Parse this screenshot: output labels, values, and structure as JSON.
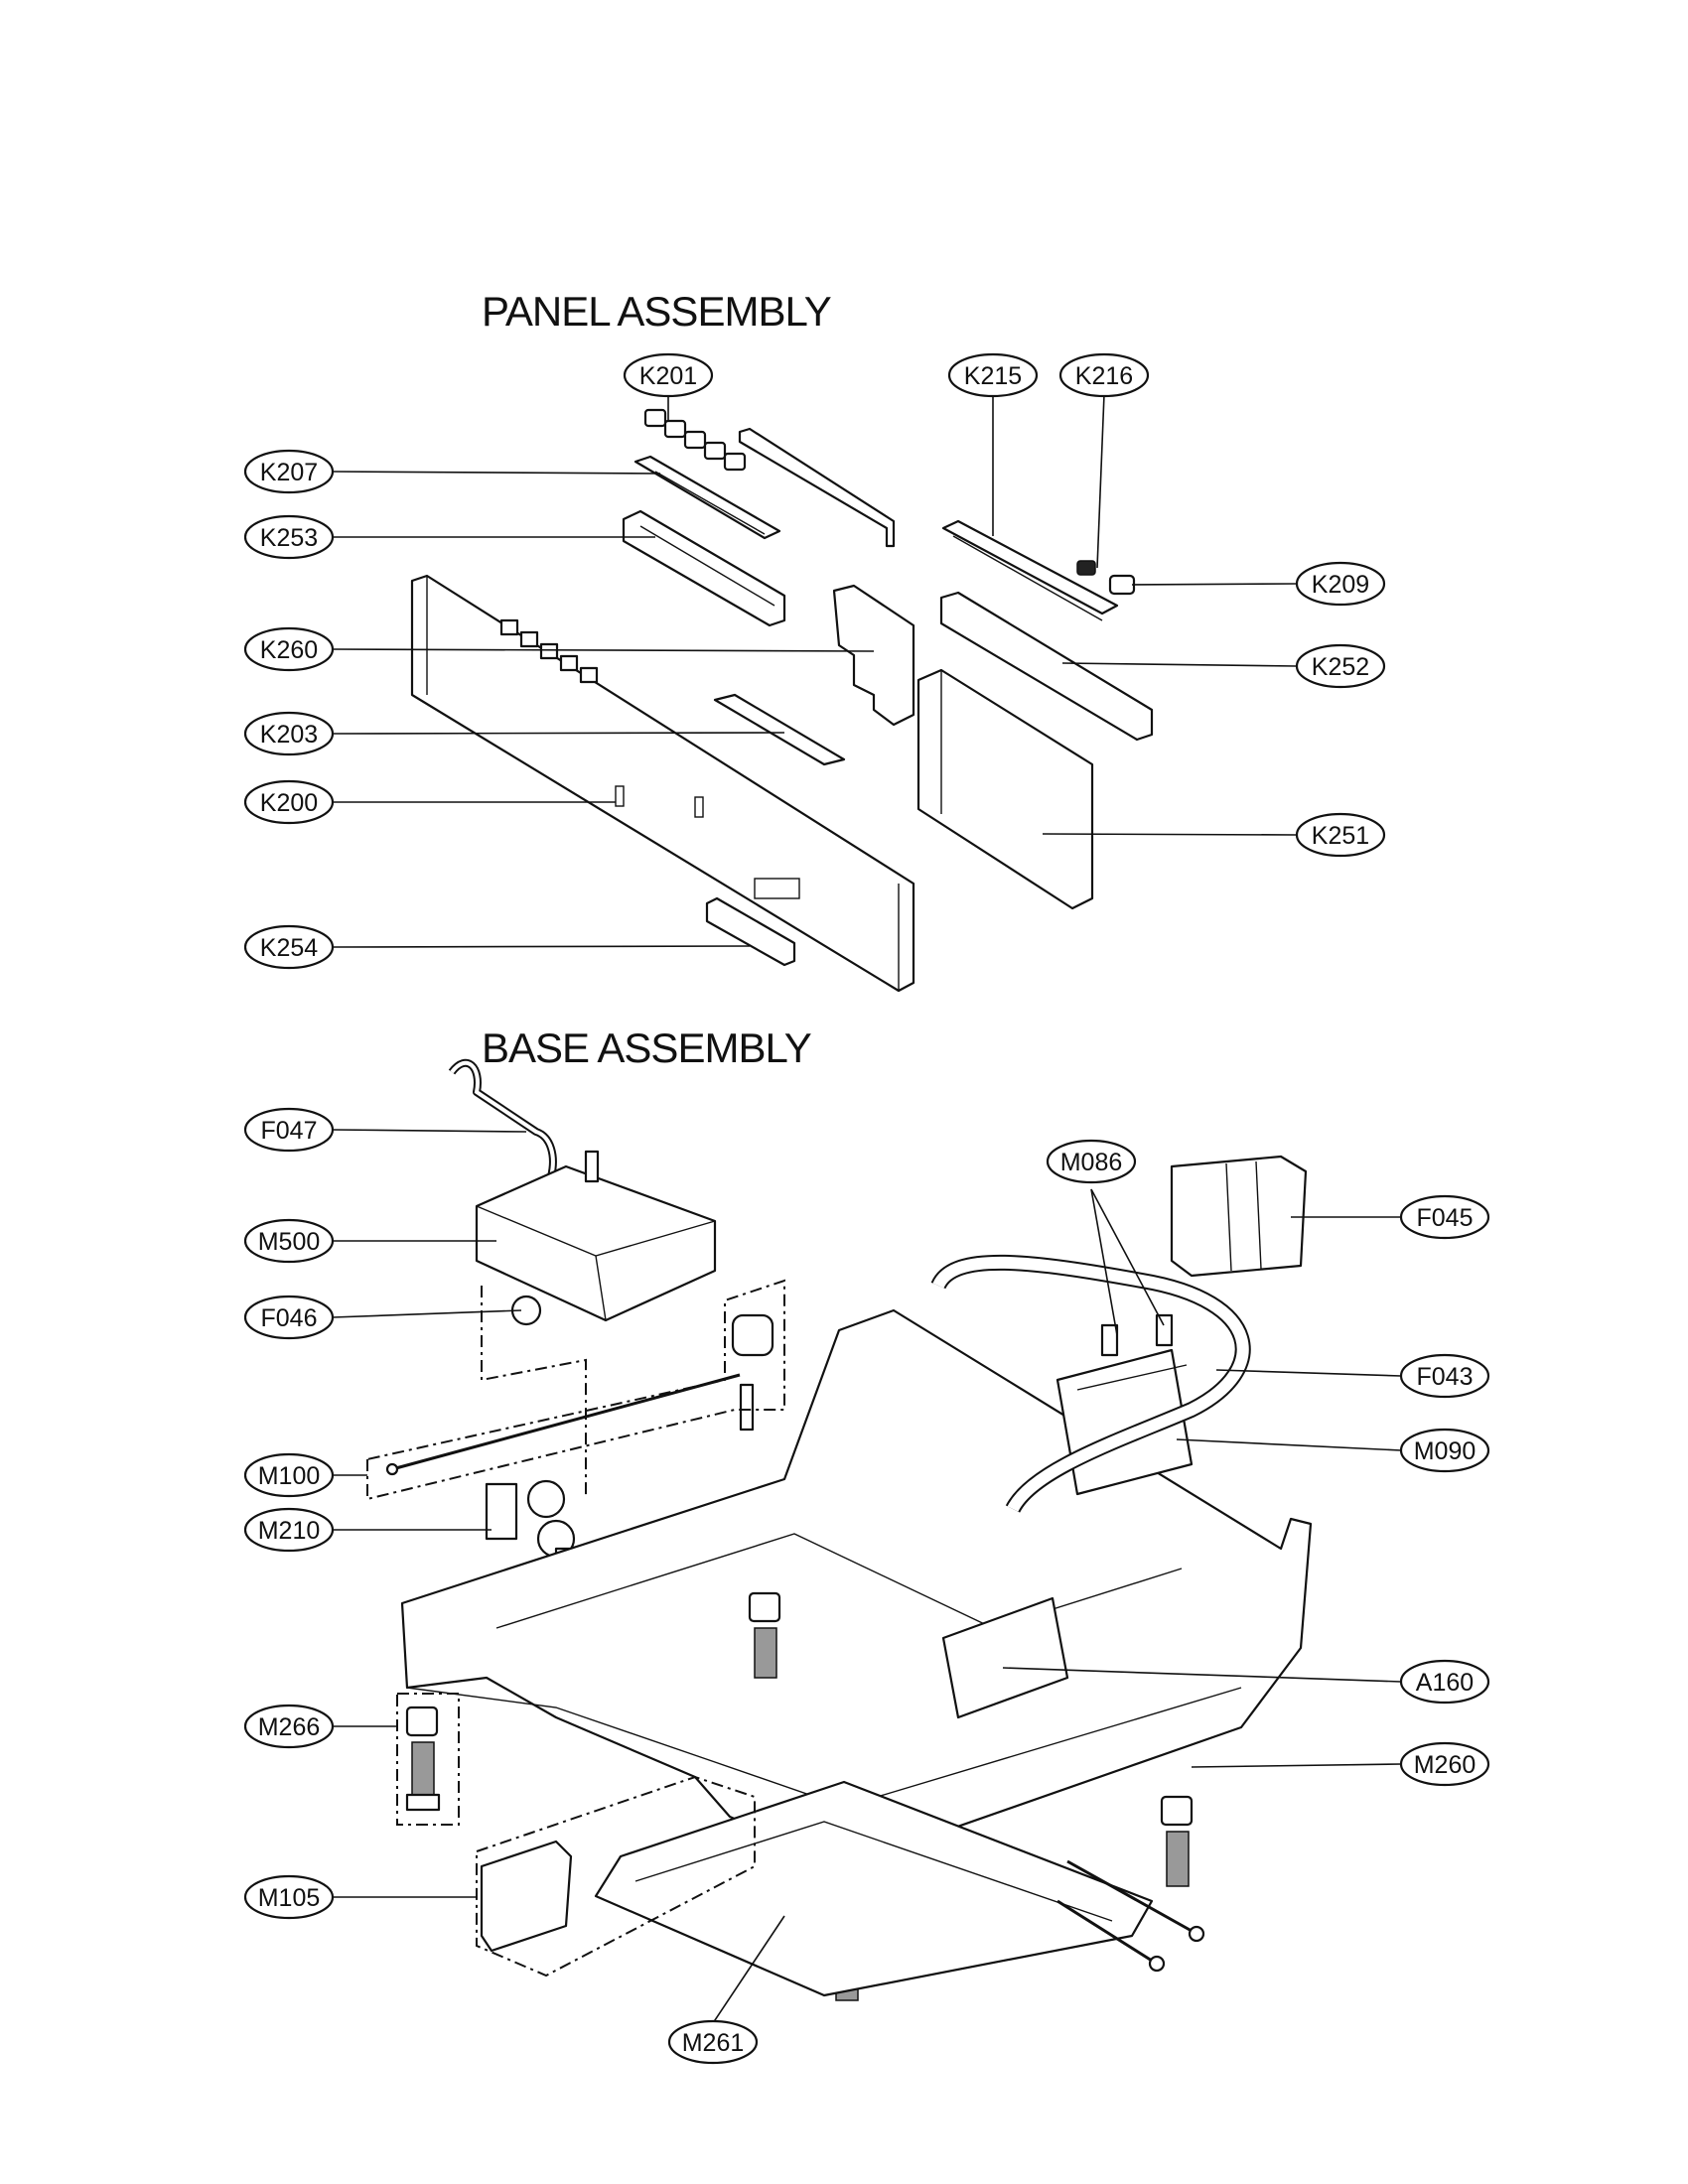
{
  "sections": {
    "panel_title": "PANEL ASSEMBLY",
    "base_title": "BASE ASSEMBLY"
  },
  "callouts": [
    {
      "id": "K201",
      "label": "K201"
    },
    {
      "id": "K215",
      "label": "K215"
    },
    {
      "id": "K216",
      "label": "K216"
    },
    {
      "id": "K207",
      "label": "K207"
    },
    {
      "id": "K253",
      "label": "K253"
    },
    {
      "id": "K209",
      "label": "K209"
    },
    {
      "id": "K260",
      "label": "K260"
    },
    {
      "id": "K252",
      "label": "K252"
    },
    {
      "id": "K203",
      "label": "K203"
    },
    {
      "id": "K200",
      "label": "K200"
    },
    {
      "id": "K251",
      "label": "K251"
    },
    {
      "id": "K254",
      "label": "K254"
    },
    {
      "id": "F047",
      "label": "F047"
    },
    {
      "id": "M086",
      "label": "M086"
    },
    {
      "id": "F045",
      "label": "F045"
    },
    {
      "id": "M500",
      "label": "M500"
    },
    {
      "id": "F046",
      "label": "F046"
    },
    {
      "id": "F043",
      "label": "F043"
    },
    {
      "id": "M090",
      "label": "M090"
    },
    {
      "id": "M100",
      "label": "M100"
    },
    {
      "id": "M210",
      "label": "M210"
    },
    {
      "id": "A160",
      "label": "A160"
    },
    {
      "id": "M266",
      "label": "M266"
    },
    {
      "id": "M260",
      "label": "M260"
    },
    {
      "id": "M105",
      "label": "M105"
    },
    {
      "id": "M261",
      "label": "M261"
    }
  ]
}
